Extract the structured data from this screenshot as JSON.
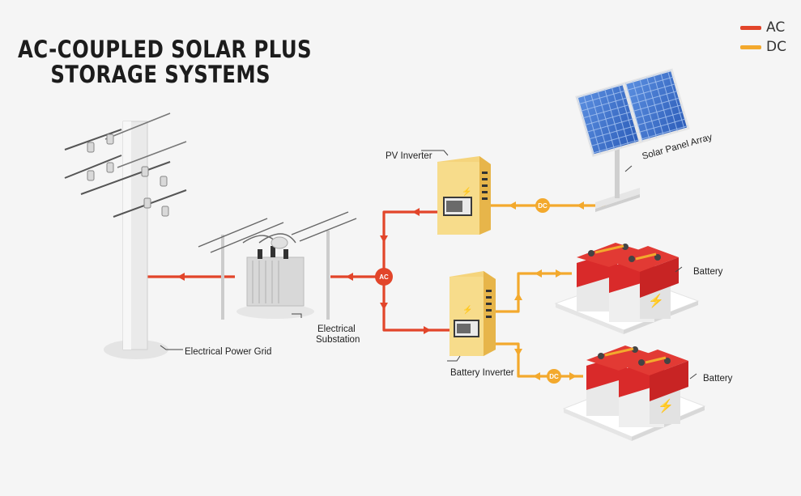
{
  "title": {
    "line1": "AC-COUPLED SOLAR PLUS",
    "line2": "STORAGE SYSTEMS"
  },
  "legend": [
    {
      "label": "AC",
      "color": "#e2452a"
    },
    {
      "label": "DC",
      "color": "#f3a92d"
    }
  ],
  "components": {
    "solar_panel_array": "Solar Panel Array",
    "pv_inverter": "PV Inverter",
    "battery_top": "Battery",
    "battery_bottom": "Battery",
    "battery_inverter": "Battery Inverter",
    "substation_line1": "Electrical",
    "substation_line2": "Substation",
    "power_grid": "Electrical Power Grid"
  },
  "badges": {
    "ac": "AC",
    "dc_pv": "DC",
    "dc_battery": "DC"
  },
  "icons": {
    "solar_panel": "solar-panel-icon",
    "inverter": "inverter-box-icon",
    "battery": "battery-icon",
    "substation": "transformer-icon",
    "grid": "utility-pole-icon"
  }
}
